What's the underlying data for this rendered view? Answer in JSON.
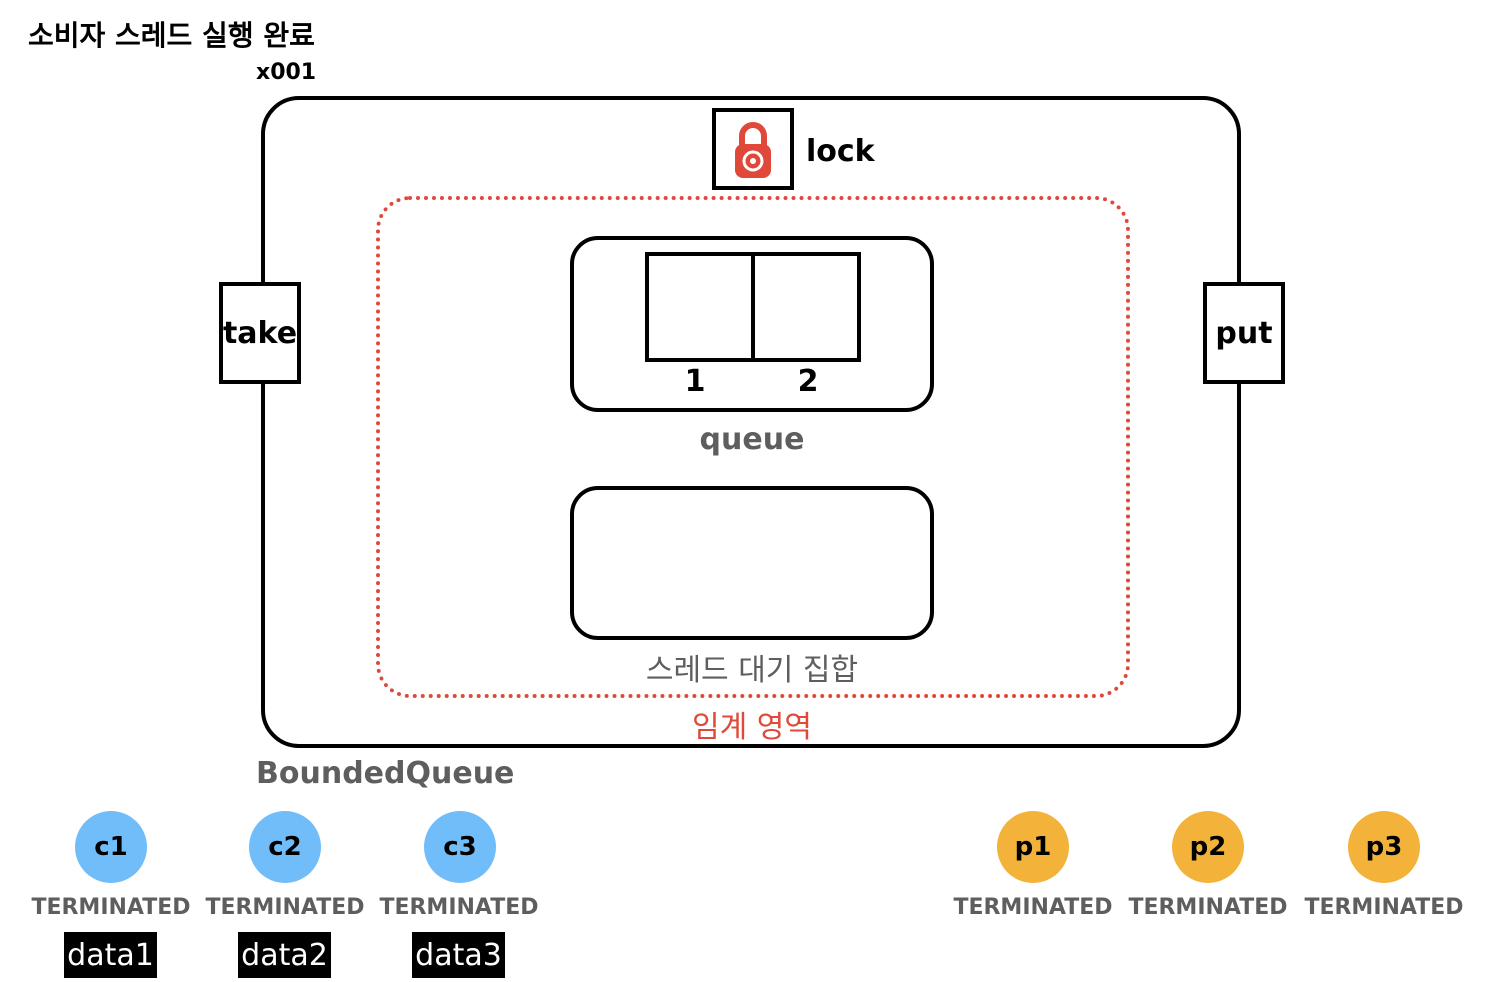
{
  "title": "소비자 스레드 실행 완료",
  "address": "x001",
  "lock": {
    "label": "lock",
    "icon": "lock-icon",
    "color": "#e0483a"
  },
  "take_label": "take",
  "put_label": "put",
  "queue": {
    "label": "queue",
    "slots": [
      "1",
      "2"
    ]
  },
  "wait_set_label": "스레드 대기 집합",
  "critical_section_label": "임계 영역",
  "bounded_queue_label": "BoundedQueue",
  "consumers": [
    {
      "name": "c1",
      "state": "TERMINATED",
      "data": "data1"
    },
    {
      "name": "c2",
      "state": "TERMINATED",
      "data": "data2"
    },
    {
      "name": "c3",
      "state": "TERMINATED",
      "data": "data3"
    }
  ],
  "producers": [
    {
      "name": "p1",
      "state": "TERMINATED"
    },
    {
      "name": "p2",
      "state": "TERMINATED"
    },
    {
      "name": "p3",
      "state": "TERMINATED"
    }
  ],
  "colors": {
    "consumer": "#71bdf9",
    "producer": "#f3b33a",
    "critical": "#e0483a",
    "label_gray": "#5e5e5e"
  }
}
